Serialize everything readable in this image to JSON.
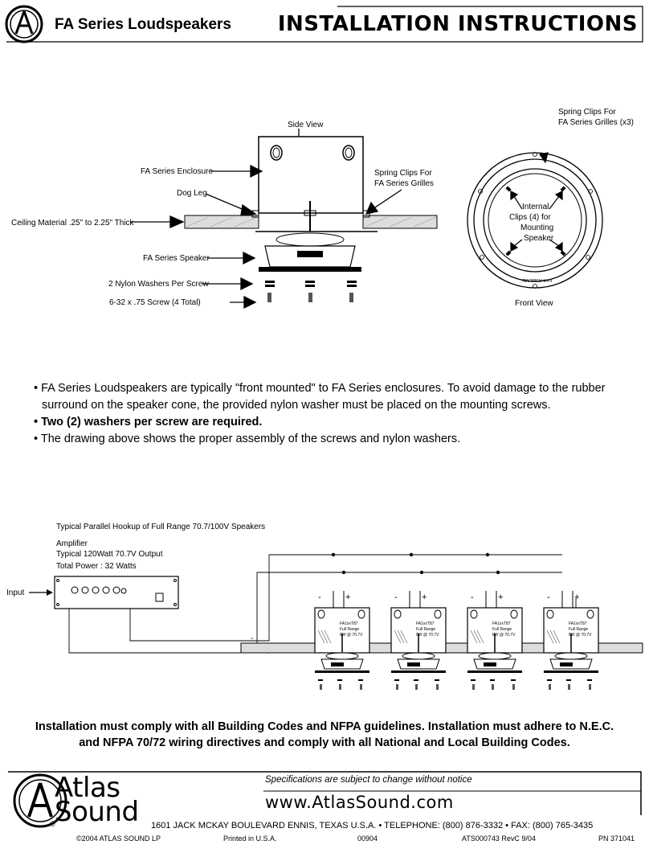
{
  "header": {
    "series_title": "FA Series Loudspeakers",
    "doc_title": "INSTALLATION INSTRUCTIONS"
  },
  "diagram_top": {
    "side_view": "Side View",
    "enclosure": "FA Series Enclosure",
    "dog_leg": "Dog Leg",
    "ceiling": "Ceiling Material .25\" to 2.25\" Thick",
    "speaker": "FA Series Speaker",
    "washers": "2 Nylon Washers Per Screw",
    "screw": "6-32 x .75 Screw (4 Total)",
    "spring_clips_1": "Spring Clips For",
    "spring_clips_2": "FA Series Grilles",
    "front_spring_1": "Spring Clips For",
    "front_spring_2": "FA Series Grilles (x3)",
    "internal_1": "Internal",
    "internal_2": "Clips (4)  for",
    "internal_3": "Mounting",
    "internal_4": "Speaker",
    "front_view": "Front View",
    "rim_text": "FA4 ASBEMB"
  },
  "bullets": {
    "b1": "• FA Series Loudspeakers are typically \"front mounted\" to FA Series enclosures. To avoid damage to the rubber surround on the speaker cone, the provided nylon washer must be placed on the mounting screws.",
    "b2": "• Two (2) washers per screw are required.",
    "b3": "• The drawing above shows the proper assembly of the screws and nylon washers."
  },
  "hookup": {
    "title": "Typical Parallel Hookup of Full Range 70.7/100V Speakers",
    "amp_1": "Amplifier",
    "amp_2": "Typical 120Watt 70.7V Output",
    "amp_3": "Total Power : 32 Watts",
    "input": "Input",
    "minus": "-",
    "plus": "+",
    "spk_model": "FA1xxT87",
    "spk_range": "Full Range",
    "spk_power": "8W @ 70.7V"
  },
  "compliance": {
    "line1": "Installation must comply with all Building Codes and NFPA guidelines. Installation must adhere to N.E.C.",
    "line2": "and NFPA 70/72 wiring directives and comply with all National and Local Building Codes."
  },
  "footer": {
    "brand_1": "Atlas",
    "brand_2": "Sound",
    "registered": "®",
    "spec_note": "Specifications are subject to change without notice",
    "website": "www.AtlasSound.com",
    "address": "1601 JACK MCKAY BOULEVARD ENNIS, TEXAS U.S.A.  •  TELEPHONE: (800) 876-3332  •  FAX: (800) 765-3435",
    "copyright": "©2004 ATLAS SOUND LP",
    "printed": "Printed in U.S.A.",
    "code": "00904",
    "ats": "ATS000743 RevC 9/04",
    "pn": "PN 371041"
  }
}
